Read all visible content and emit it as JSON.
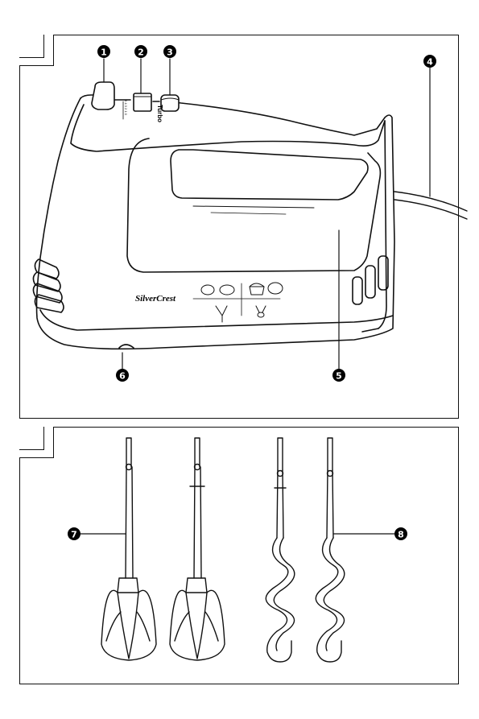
{
  "figure_a": {
    "brand_text": "SilverCrest",
    "turbo_label": "Turbo",
    "speed_scale": "5 4 3 2 1 0",
    "callouts": [
      "1",
      "2",
      "3",
      "4",
      "5",
      "6"
    ]
  },
  "figure_b": {
    "callouts": [
      "7",
      "8"
    ]
  },
  "colors": {
    "line": "#111111",
    "background": "#ffffff",
    "badge": "#000000"
  }
}
